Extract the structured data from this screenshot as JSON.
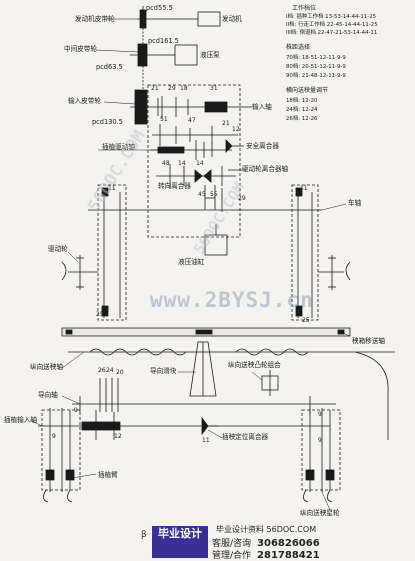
{
  "labels": {
    "engine_pulley": "发动机皮带轮",
    "engine": "发动机",
    "pcd_55": "pcd55.5",
    "pcd_161": "pcd161.5",
    "hydraulic_pump": "液压泵",
    "middle_pulley": "中间皮带轮",
    "pcd_63": "pcd63.5",
    "input_pulley": "输入皮带轮",
    "pcd_130": "pcd130.5",
    "input_shaft": "输入轴",
    "transplant_drive_shaft": "插植驱动轴",
    "safety_clutch": "安全离合器",
    "drive_clutch_shaft": "驱动轮离合器轴",
    "steering_clutch": "转向离合器",
    "axle": "车轴",
    "drive_wheel": "驱动轮",
    "hydraulic_cylinder": "液压油缸",
    "box_shift_shaft": "秧箱移送轴",
    "longitudinal_feed_shaft": "纵向送秧轴",
    "guide_slider": "导向滑块",
    "cam_combination": "纵向送秧凸轮组合",
    "guide_shaft": "导向轴",
    "transplant_input_shaft": "插植输入轴",
    "transplant_positioning_clutch": "插秧定位离合器",
    "transplant_arm": "插植臂",
    "longitudinal_feed_star": "纵向送秧星轮"
  },
  "numbers": {
    "n21a": "21",
    "n29": "29",
    "n18": "18",
    "n31": "31",
    "n51": "51",
    "n47": "47",
    "n12a": "12",
    "n21b": "21",
    "n48": "48",
    "n14a": "14",
    "n14b": "14",
    "n45": "45",
    "n55": "55",
    "n25": "25",
    "n11": "11",
    "n11b": "11",
    "n25b": "25",
    "n29b": "29",
    "n26": "26",
    "n24": "24",
    "n20": "20",
    "n9a": "9",
    "n12b": "12",
    "n9b": "9",
    "n11c": "11",
    "n9c": "9",
    "n9d": "9"
  },
  "table": {
    "title1": "工作档位",
    "rows1": [
      "I档: 插种工作档  13-53-14-44-11-25",
      "II档: 行走工作档  22-45-14-44-11-25",
      "III档: 倒退档     22-47-21-53-14-44-11"
    ],
    "title2": "株距选择",
    "rows2": [
      "70档:     18-51-12-11-9-9",
      "80档:     20-51-12-11-9-9",
      "90档:     21-48-12-11-9-9"
    ],
    "title3": "横向送秧量调节",
    "rows3": [
      "18档:          12-20",
      "24档:          12-24",
      "26档:          12-26"
    ]
  },
  "watermarks": {
    "site": "www.2BYSJ.cn",
    "diag1": "56DOC.COM",
    "diag2": "56DOC.COM"
  },
  "footer": {
    "logo": "毕业设计",
    "site": "毕业设计资料 56DOC.COM",
    "service_label": "客服/咨询",
    "service_qq": "306826066",
    "manage_label": "管理/合作",
    "manage_qq": "281788421",
    "page_mark": "β"
  }
}
